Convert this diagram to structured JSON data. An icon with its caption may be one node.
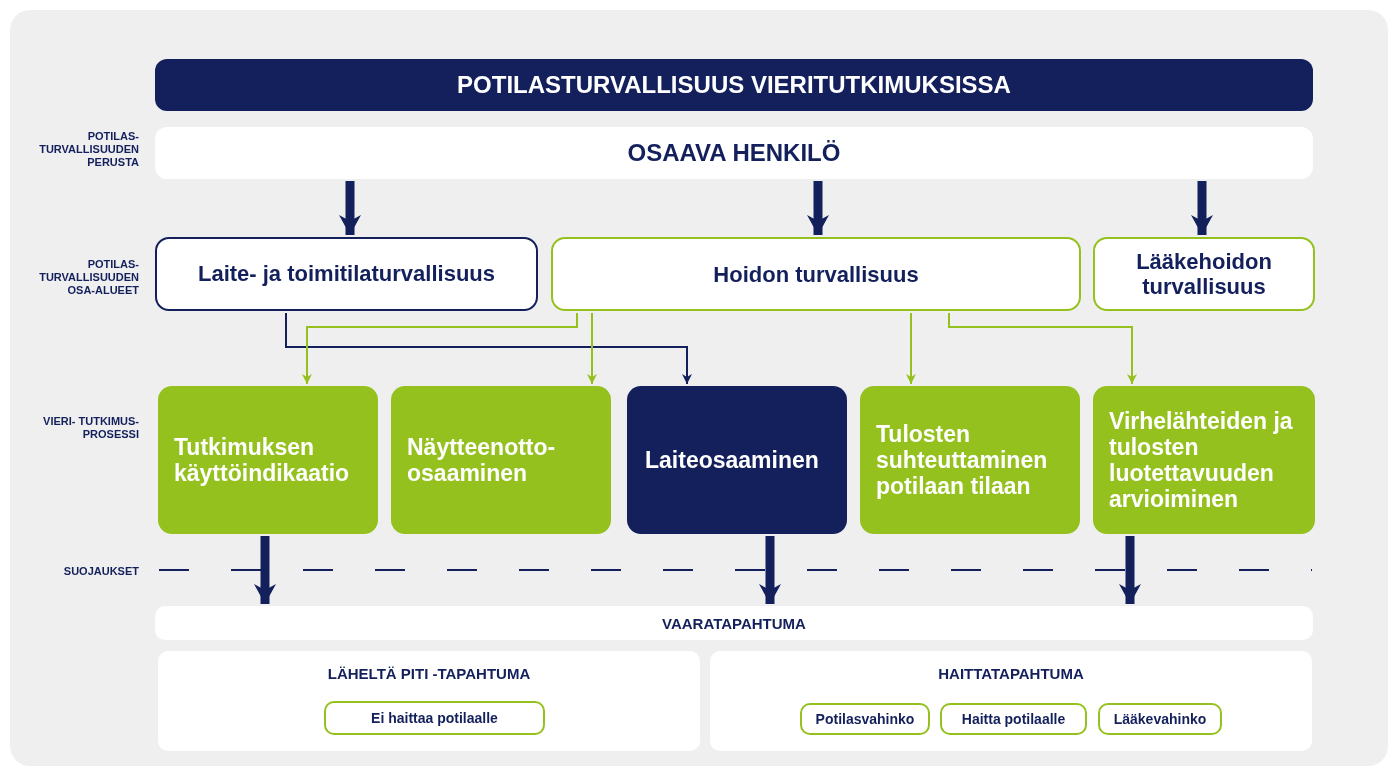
{
  "diagram": {
    "title": "POTILASTURVALLISUUS VIERITUTKIMUKSISSA",
    "nodes": [
      {
        "text": [
          "OSAAVA HENKILÖ"
        ]
      },
      {
        "text": [
          "Laite- ja toimitilaturvallisuus"
        ]
      },
      {
        "text": [
          "Hoidon turvallisuus"
        ]
      },
      {
        "text": [
          "Lääkehoidon turvallisuus"
        ]
      },
      {
        "text": [
          "Tutkimuksen käyttöindikaatio"
        ]
      },
      {
        "text": [
          "Näytteenotto-osaaminen"
        ]
      },
      {
        "text": [
          "Laiteosaaminen"
        ]
      },
      {
        "text": [
          "Tulosten suhteuttaminen potilaan tilaan"
        ]
      },
      {
        "text": [
          "Virhelähteiden ja tulosten luotettavuuden arvioiminen"
        ]
      },
      {
        "text": [
          "VAARATAPAHTUMA"
        ]
      },
      {
        "text": [
          "LÄHELTÄ PITI -TAPAHTUMA"
        ]
      },
      {
        "text": [
          "Ei haittaa potilaalle"
        ],
        "in": 10
      },
      {
        "text": [
          "HAITTATAPAHTUMA"
        ]
      },
      {
        "text": [
          "Potilasvahinko"
        ],
        "in": 12
      },
      {
        "text": [
          "Haitta potilaalle"
        ],
        "in": 12
      },
      {
        "text": [
          "Lääkevahinko"
        ],
        "in": 12
      }
    ],
    "edges": [
      {
        "from": 0,
        "to": 1,
        "arrow": "to"
      },
      {
        "from": 0,
        "to": 2,
        "arrow": "to"
      },
      {
        "from": 0,
        "to": 3,
        "arrow": "to"
      },
      {
        "from": 1,
        "to": 6,
        "arrow": "to"
      },
      {
        "from": 2,
        "to": 4,
        "arrow": "to",
        "color": "#95c11f"
      },
      {
        "from": 2,
        "to": 5,
        "arrow": "to",
        "color": "#95c11f"
      },
      {
        "from": 2,
        "to": 7,
        "arrow": "to",
        "color": "#95c11f"
      },
      {
        "from": 2,
        "to": 8,
        "arrow": "to",
        "color": "#95c11f"
      },
      {
        "from": 4,
        "to": 9,
        "arrow": "to"
      },
      {
        "from": 6,
        "to": 9,
        "arrow": "to"
      },
      {
        "from": 8,
        "to": 9,
        "arrow": "to"
      }
    ],
    "labels": [
      "POTILAS- TURVALLISUUDEN PERUSTA",
      "POTILAS- TURVALLISUUDEN OSA-ALUEET",
      "VIERI- TUTKIMUS- PROSESSI",
      "SUOJAUKSET"
    ]
  }
}
